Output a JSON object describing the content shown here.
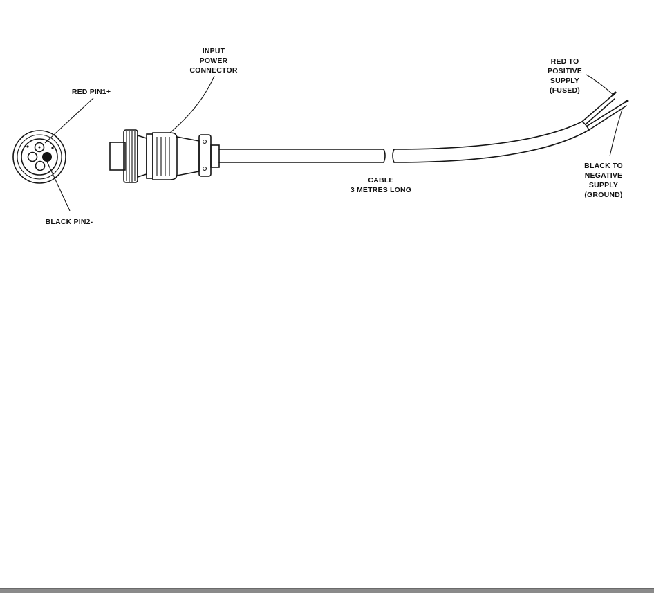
{
  "labels": {
    "red_pin": "RED PIN1+",
    "black_pin": "BLACK PIN2-",
    "connector": [
      "INPUT",
      "POWER",
      "CONNECTOR"
    ],
    "cable": [
      "CABLE",
      "3 METRES LONG"
    ],
    "red_supply": [
      "RED TO",
      "POSITIVE",
      "SUPPLY",
      "(FUSED)"
    ],
    "black_supply": [
      "BLACK TO",
      "NEGATIVE",
      "SUPPLY",
      "(GROUND)"
    ]
  },
  "colors": {
    "ink": "#151515",
    "background": "#ffffff",
    "footer": "#8a8a8a"
  }
}
